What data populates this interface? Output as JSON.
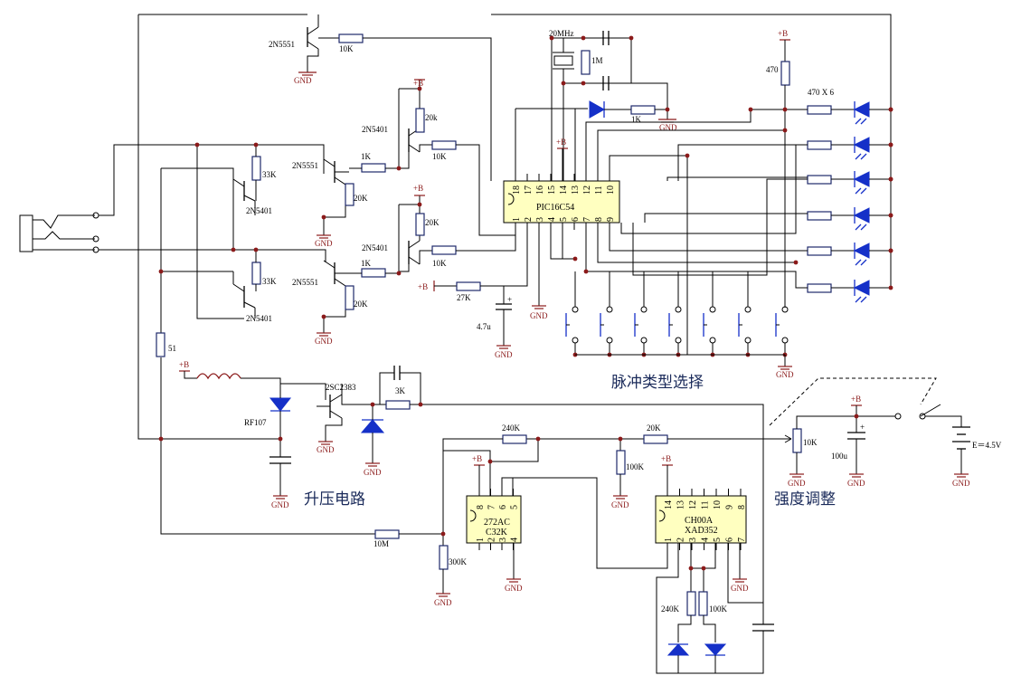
{
  "sections": {
    "pulse_type": "脉冲类型选择",
    "boost": "升压电路",
    "intensity": "强度调整"
  },
  "ics": {
    "mcu": {
      "name": "PIC16C54",
      "pins_top": [
        "18",
        "17",
        "16",
        "15",
        "14",
        "13",
        "12",
        "11",
        "10"
      ],
      "pins_bottom": [
        "1",
        "2",
        "3",
        "4",
        "5",
        "6",
        "7",
        "8",
        "9"
      ]
    },
    "u2": {
      "line1": "272AC",
      "line2": "C32K",
      "pins_top": [
        "8",
        "7",
        "6",
        "5"
      ],
      "pins_bottom": [
        "1",
        "2",
        "3",
        "4"
      ]
    },
    "u3": {
      "line1": "CH00A",
      "line2": "XAD352",
      "pins_top": [
        "14",
        "13",
        "12",
        "11",
        "10",
        "9",
        "8"
      ],
      "pins_bottom": [
        "1",
        "2",
        "3",
        "4",
        "5",
        "6",
        "7"
      ]
    }
  },
  "labels": {
    "q_top": "2N5551",
    "r_top": "10K",
    "crystal": "20MHz",
    "r_1m": "1M",
    "r_470": "470",
    "r_470x6": "470 X 6",
    "r_1k_led": "1K",
    "q_2n5401_a": "2N5401",
    "r_20k_a": "20k",
    "r_10k_a": "10K",
    "q_2n5551_a": "2N5551",
    "r_1k_a": "1K",
    "r_20k_a2": "20K",
    "r_33k_a": "33K",
    "q_2n5401_b": "2N5401",
    "q_2n5401_c": "2N5401",
    "r_20k_b": "20K",
    "r_10k_b": "10K",
    "q_2n5551_b": "2N5551",
    "r_1k_b": "1K",
    "r_20k_b2": "20K",
    "r_33k_b": "33K",
    "q_2n5401_d": "2N5401",
    "r_27k": "27K",
    "c_4u7": "4.7u",
    "r_51": "51",
    "d_rf107": "RF107",
    "q_2sc2383": "2SC2383",
    "r_3k": "3K",
    "r_240k_a": "240K",
    "r_20k_c": "20K",
    "r_100k_a": "100K",
    "r_10k_pot": "10K",
    "c_100u": "100u",
    "battery": "E＝4.5V",
    "r_10m": "10M",
    "r_300k": "300K",
    "r_240k_b": "240K",
    "r_100k_b": "100K",
    "gnd": "GND",
    "plus_b": "+B"
  },
  "colors": {
    "wire": "#000000",
    "junction": "#8b1a1a",
    "component": "#1530c8",
    "ic_fill": "#ffffc0",
    "power": "#8b1a1a"
  }
}
